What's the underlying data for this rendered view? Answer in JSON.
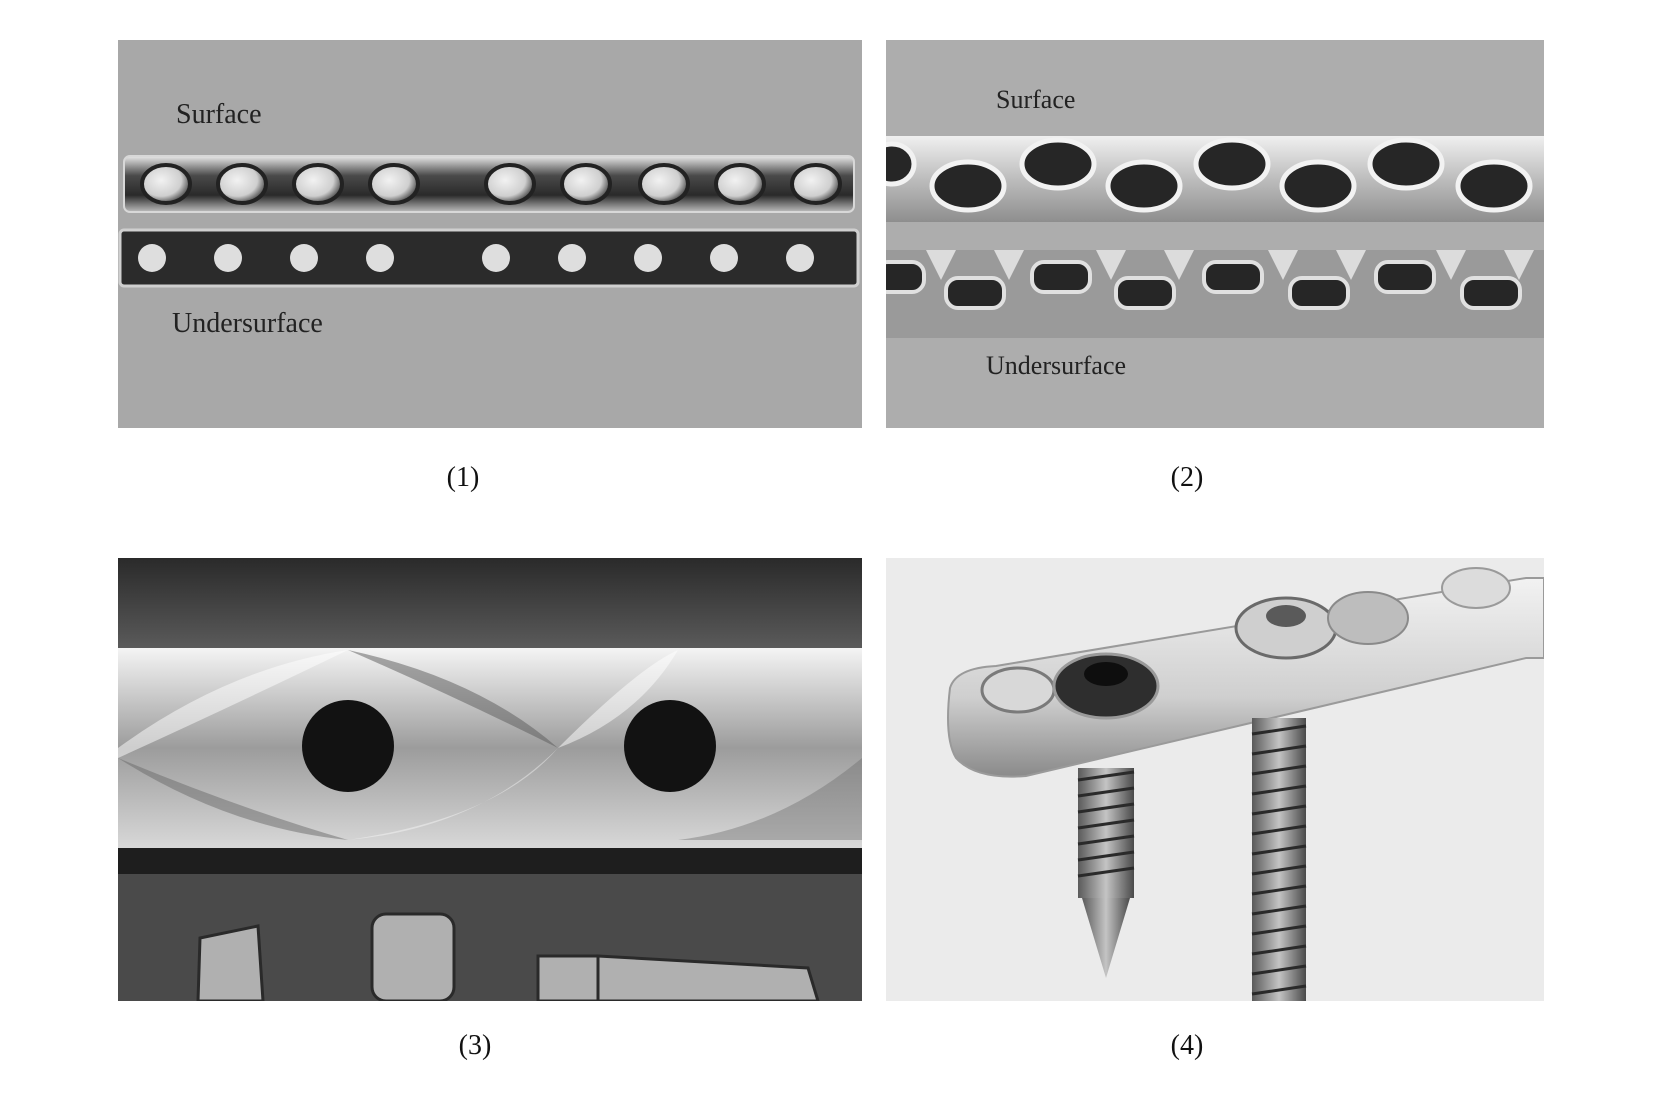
{
  "panels": [
    {
      "caption": "(1)",
      "labels": {
        "top": "Surface",
        "bottom": "Undersurface"
      }
    },
    {
      "caption": "(2)",
      "labels": {
        "top": "Surface",
        "bottom": "Undersurface"
      }
    },
    {
      "caption": "(3)"
    },
    {
      "caption": "(4)"
    }
  ],
  "colors": {
    "background": "#ffffff",
    "photo_gray": "#a9a9a9",
    "metal": "#cfcfcf",
    "dark": "#1c1c1c"
  }
}
